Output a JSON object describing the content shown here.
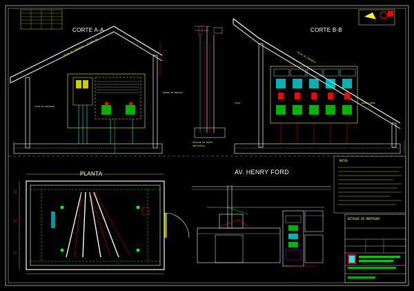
{
  "sections": {
    "corte_a": "CORTE A-A",
    "corte_b": "CORTE B-B",
    "planta": "PLANTA",
    "avenue": "AV. HENRY FORD"
  },
  "notes": {
    "legend_title": "DETALHE DE MONTAGEM",
    "note_title": "NOTAS"
  },
  "colors": {
    "background": "#000000",
    "roof": "#ffffff",
    "structure": "#ffff00",
    "cable": "#00ffff",
    "detail": "#ff0000",
    "green": "#00ff00",
    "panel": "#ff00ff"
  }
}
